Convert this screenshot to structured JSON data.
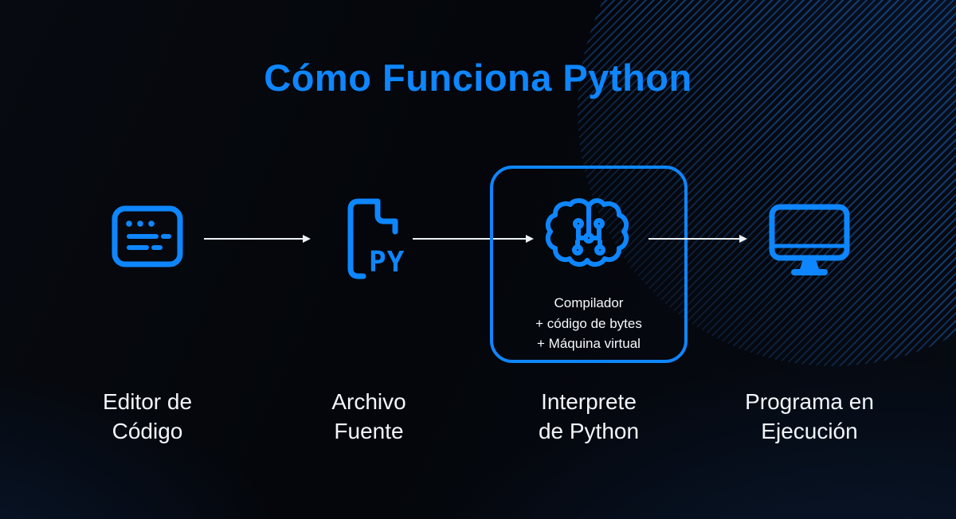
{
  "title": "Cómo Funciona Python",
  "accent_color": "#0e86ff",
  "arrow_color": "#edf2f7",
  "nodes": [
    {
      "icon": "code-editor-icon",
      "label": "Editor de\nCódigo"
    },
    {
      "icon": "python-file-icon",
      "label": "Archivo\nFuente",
      "file_badge": "PY"
    },
    {
      "icon": "brain-icon",
      "label": "Interprete\nde Python",
      "detail": "Compilador\n+ código de bytes\n+ Máquina virtual"
    },
    {
      "icon": "monitor-icon",
      "label": "Programa en\nEjecución"
    }
  ]
}
